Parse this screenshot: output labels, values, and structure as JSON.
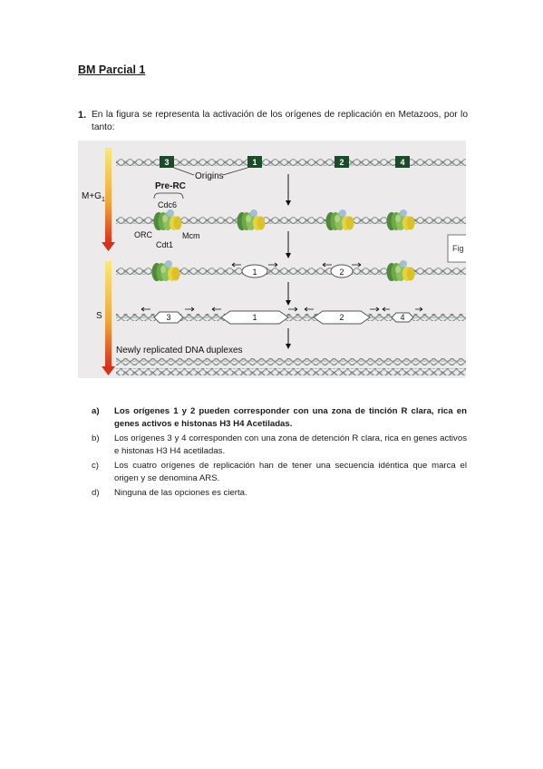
{
  "document": {
    "title": "BM Parcial 1",
    "question": {
      "number": "1.",
      "text": "En la figura se representa la activación de los orígenes de replicación en Metazoos, por lo tanto:"
    },
    "figure": {
      "phase_mg1": "M+G",
      "phase_mg1_sub": "1",
      "phase_s": "S",
      "label_origins": "Origins",
      "label_prerc": "Pre-RC",
      "label_cdc6": "Cdc6",
      "label_orc": "ORC",
      "label_mcm": "Mcm",
      "label_cdt1": "Cdt1",
      "label_newly": "Newly replicated DNA duplexes",
      "label_fig": "Fig",
      "origin_numbers": [
        "3",
        "1",
        "2",
        "4"
      ],
      "bubble_row3": [
        "1",
        "2"
      ],
      "bubble_row4": [
        "3",
        "1",
        "2",
        "4"
      ]
    },
    "options": [
      {
        "letter": "a)",
        "text": "Los orígenes 1 y 2 pueden corresponder con una zona de tinción R clara, rica en genes activos e histonas H3 H4 Acetiladas."
      },
      {
        "letter": "b)",
        "text": "Los orígenes 3 y 4 corresponden con una zona de detención R clara, rica en genes activos e histonas H3 H4 acetiladas."
      },
      {
        "letter": "c)",
        "text": "Los cuatro orígenes de replicación han de tener una secuencia idéntica que marca el origen y se denomina ARS."
      },
      {
        "letter": "d)",
        "text": "Ninguna de las opciones es cierta."
      }
    ]
  }
}
